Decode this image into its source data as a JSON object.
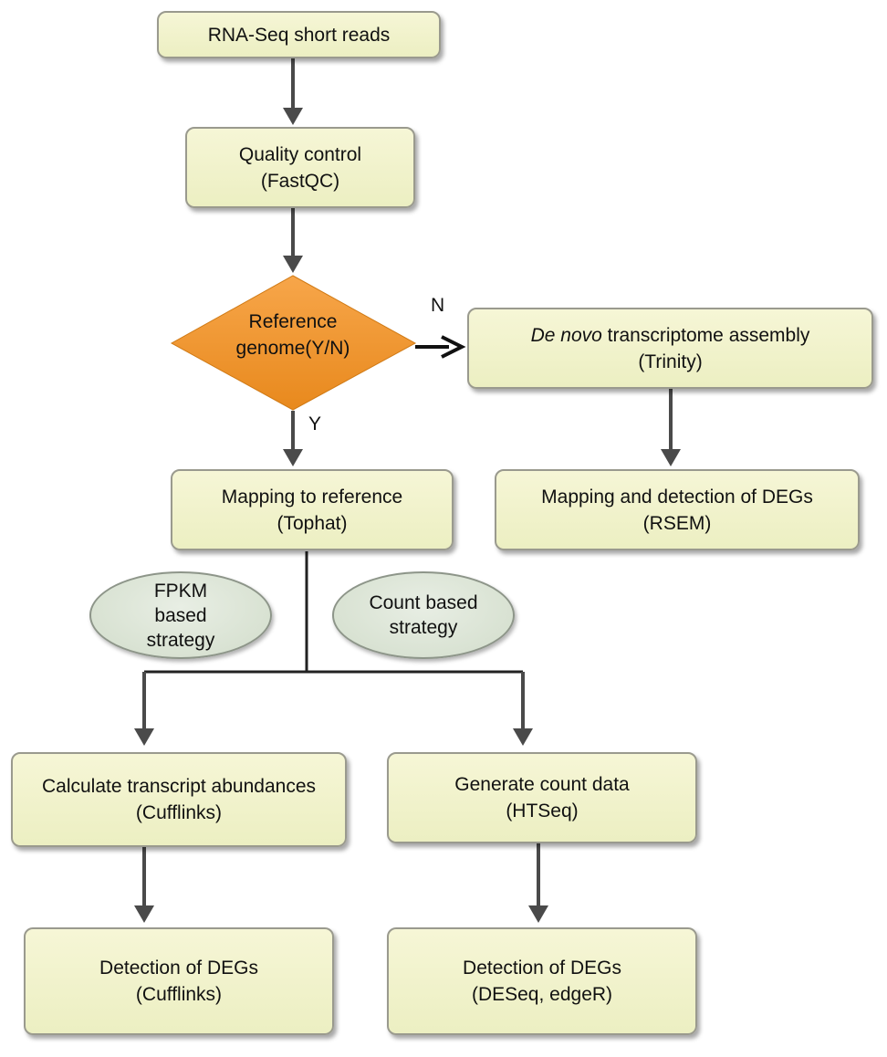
{
  "nodes": {
    "rnaseq": {
      "line1": "RNA-Seq short reads"
    },
    "qc": {
      "line1": "Quality control",
      "line2": "(FastQC)"
    },
    "reference": {
      "line1": "Reference",
      "line2": "genome(Y/N)"
    },
    "denovo": {
      "line1_italic": "De novo",
      "line1_rest": " transcriptome assembly",
      "line2": "(Trinity)"
    },
    "rsem": {
      "line1": "Mapping and detection of DEGs",
      "line2": "(RSEM)"
    },
    "mapping": {
      "line1": "Mapping to reference",
      "line2": "(Tophat)"
    },
    "calc": {
      "line1": "Calculate transcript abundances",
      "line2": "(Cufflinks)"
    },
    "count": {
      "line1": "Generate count data",
      "line2": "(HTSeq)"
    },
    "deg_cufflinks": {
      "line1": "Detection of DEGs",
      "line2": "(Cufflinks)"
    },
    "deg_deseq": {
      "line1": "Detection of DEGs",
      "line2": "(DESeq, edgeR)"
    }
  },
  "strategies": {
    "fpkm": {
      "line1": "FPKM",
      "line2": "based",
      "line3": "strategy"
    },
    "count": {
      "line1": "Count based",
      "line2": "strategy"
    }
  },
  "edge_labels": {
    "no": "N",
    "yes": "Y"
  },
  "colors": {
    "box_fill": "#f1f3cc",
    "diamond": "#f39a2c",
    "oval_fill": "#dde5d6",
    "arrow": "#4a4a4a"
  }
}
